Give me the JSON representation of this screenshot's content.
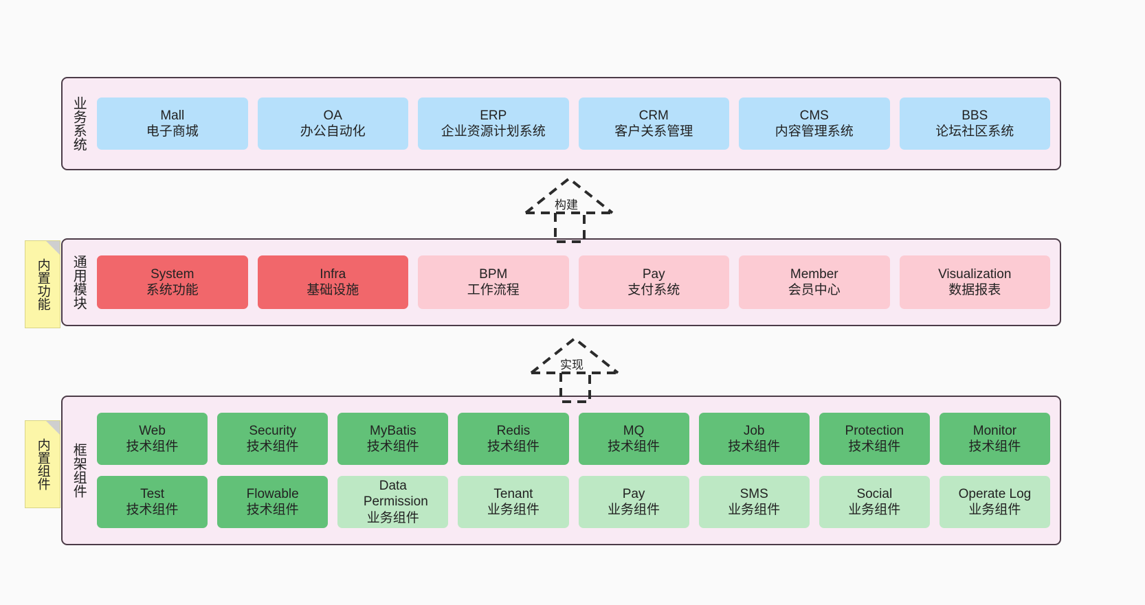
{
  "diagram": {
    "title": "System architecture layers",
    "colors": {
      "container_bg": "#f9eaf4",
      "container_border": "#4b3b47",
      "business_box": "#b6e0fb",
      "module_core_box": "#f1676b",
      "module_box": "#fccbd3",
      "framework_tech_box": "#62c178",
      "framework_biz_box": "#bde8c4",
      "note_bg": "#fcf6a8",
      "page_bg": "#fafafa"
    }
  },
  "layers": [
    {
      "id": "business",
      "title": "业务系统",
      "rows": [
        {
          "items": [
            {
              "en": "Mall",
              "cn": "电子商城",
              "style": "c-blue"
            },
            {
              "en": "OA",
              "cn": "办公自动化",
              "style": "c-blue"
            },
            {
              "en": "ERP",
              "cn": "企业资源计划系统",
              "style": "c-blue"
            },
            {
              "en": "CRM",
              "cn": "客户关系管理",
              "style": "c-blue"
            },
            {
              "en": "CMS",
              "cn": "内容管理系统",
              "style": "c-blue"
            },
            {
              "en": "BBS",
              "cn": "论坛社区系统",
              "style": "c-blue"
            }
          ]
        }
      ]
    },
    {
      "id": "module",
      "title": "通用模块",
      "note": "内置功能",
      "rows": [
        {
          "items": [
            {
              "en": "System",
              "cn": "系统功能",
              "style": "c-red"
            },
            {
              "en": "Infra",
              "cn": "基础设施",
              "style": "c-red"
            },
            {
              "en": "BPM",
              "cn": "工作流程",
              "style": "c-pink"
            },
            {
              "en": "Pay",
              "cn": "支付系统",
              "style": "c-pink"
            },
            {
              "en": "Member",
              "cn": "会员中心",
              "style": "c-pink"
            },
            {
              "en": "Visualization",
              "cn": "数据报表",
              "style": "c-pink"
            }
          ]
        }
      ]
    },
    {
      "id": "framework",
      "title": "框架组件",
      "note": "内置组件",
      "rows": [
        {
          "items": [
            {
              "en": "Web",
              "cn": "技术组件",
              "style": "c-green"
            },
            {
              "en": "Security",
              "cn": "技术组件",
              "style": "c-green"
            },
            {
              "en": "MyBatis",
              "cn": "技术组件",
              "style": "c-green"
            },
            {
              "en": "Redis",
              "cn": "技术组件",
              "style": "c-green"
            },
            {
              "en": "MQ",
              "cn": "技术组件",
              "style": "c-green"
            },
            {
              "en": "Job",
              "cn": "技术组件",
              "style": "c-green"
            },
            {
              "en": "Protection",
              "cn": "技术组件",
              "style": "c-green"
            },
            {
              "en": "Monitor",
              "cn": "技术组件",
              "style": "c-green"
            }
          ]
        },
        {
          "items": [
            {
              "en": "Test",
              "cn": "技术组件",
              "style": "c-green"
            },
            {
              "en": "Flowable",
              "cn": "技术组件",
              "style": "c-green"
            },
            {
              "en": "Data Permission",
              "cn": "业务组件",
              "style": "c-greenlite"
            },
            {
              "en": "Tenant",
              "cn": "业务组件",
              "style": "c-greenlite"
            },
            {
              "en": "Pay",
              "cn": "业务组件",
              "style": "c-greenlite"
            },
            {
              "en": "SMS",
              "cn": "业务组件",
              "style": "c-greenlite"
            },
            {
              "en": "Social",
              "cn": "业务组件",
              "style": "c-greenlite"
            },
            {
              "en": "Operate Log",
              "cn": "业务组件",
              "style": "c-greenlite"
            }
          ]
        }
      ]
    }
  ],
  "connectors": [
    {
      "id": "build",
      "label": "构建"
    },
    {
      "id": "realize",
      "label": "实现"
    }
  ]
}
